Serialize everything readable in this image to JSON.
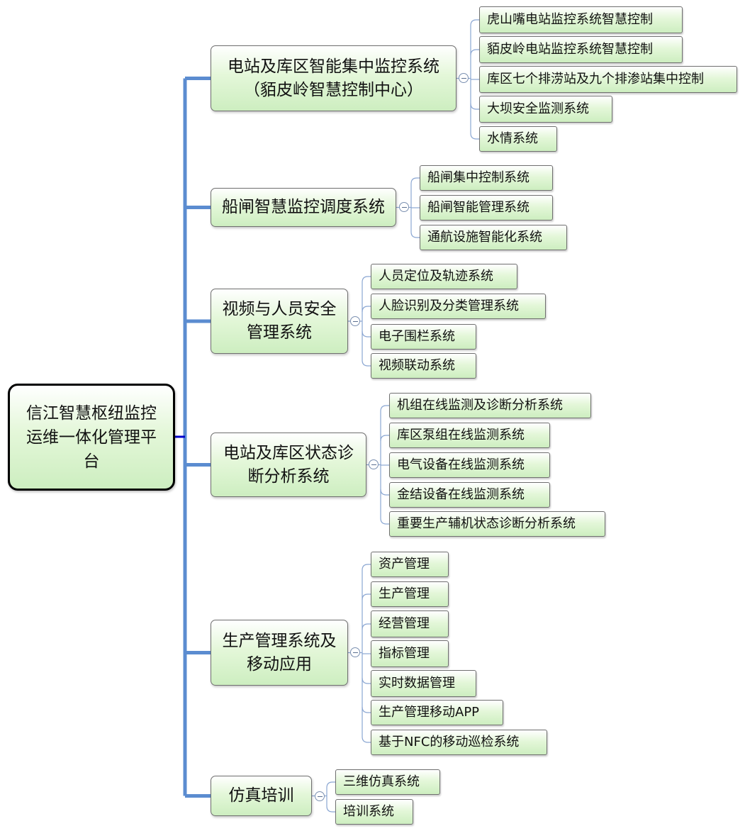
{
  "diagram": {
    "root": {
      "label": "信江智慧枢纽监控运维一体化管理平台"
    },
    "branches": [
      {
        "label": "电站及库区智能集中监控系统（貊皮岭智慧控制中心）",
        "children": [
          "虎山嘴电站监控系统智慧控制",
          "貊皮岭电站监控系统智慧控制",
          "库区七个排涝站及九个排渗站集中控制",
          "大坝安全监测系统",
          "水情系统"
        ]
      },
      {
        "label": "船闸智慧监控调度系统",
        "children": [
          "船闸集中控制系统",
          "船闸智能管理系统",
          "通航设施智能化系统"
        ]
      },
      {
        "label": "视频与人员安全管理系统",
        "children": [
          "人员定位及轨迹系统",
          "人脸识别及分类管理系统",
          "电子围栏系统",
          "视频联动系统"
        ]
      },
      {
        "label": "电站及库区状态诊断分析系统",
        "children": [
          "机组在线监测及诊断分析系统",
          "库区泵组在线监测系统",
          "电气设备在线监测系统",
          "金结设备在线监测系统",
          "重要生产辅机状态诊断分析系统"
        ]
      },
      {
        "label": "生产管理系统及移动应用",
        "children": [
          "资产管理",
          "生产管理",
          "经营管理",
          "指标管理",
          "实时数据管理",
          "生产管理移动APP",
          "基于NFC的移动巡检系统"
        ]
      },
      {
        "label": "仿真培训",
        "children": [
          "三维仿真系统",
          "培训系统"
        ]
      }
    ],
    "colors": {
      "main_connector": "#5b8cd0",
      "sub_connector": "#8aa6d2",
      "node_fill": "#d6f2c9",
      "root_border": "#000000"
    }
  }
}
